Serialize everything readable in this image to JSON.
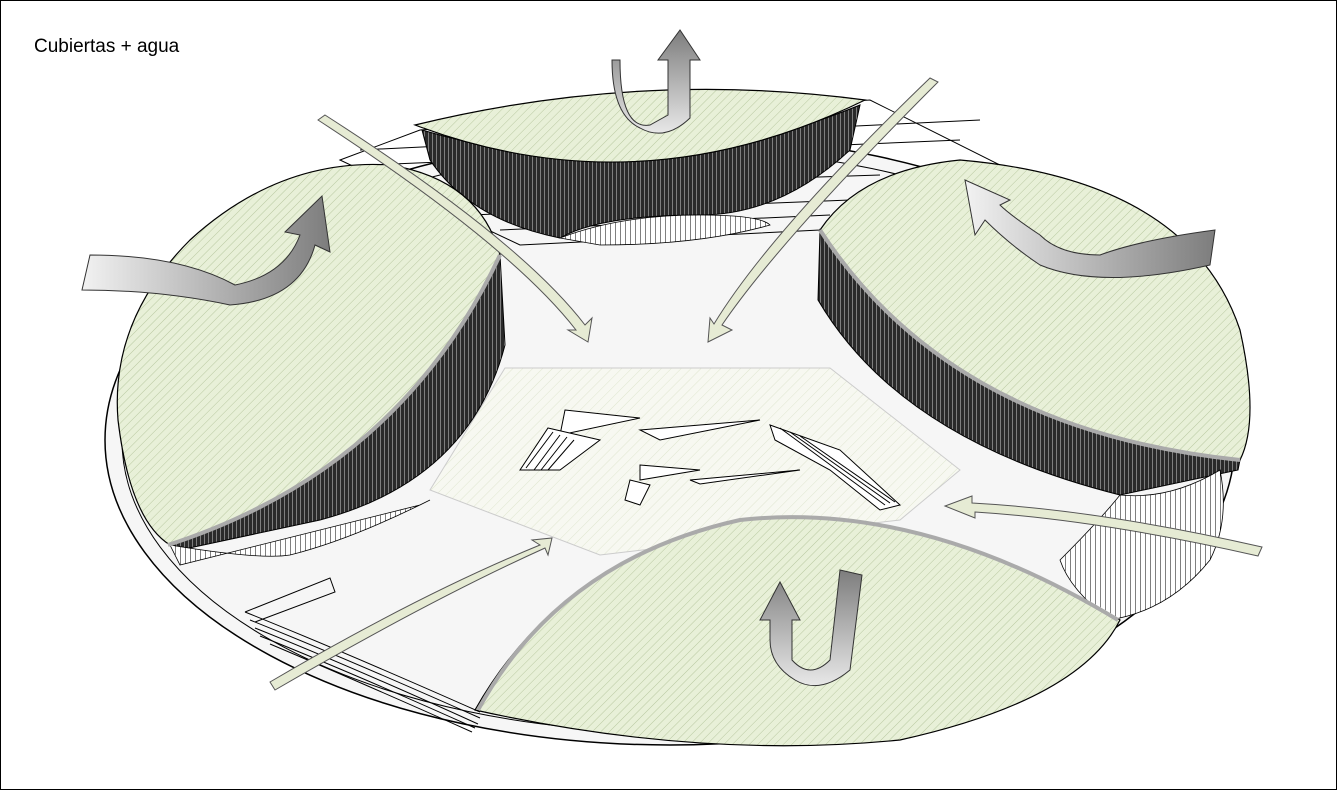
{
  "diagram": {
    "title": "Cubiertas + agua",
    "colors": {
      "roof_fill": "#e8f0d8",
      "roof_hatch": "#b8c8a0",
      "water_arrow": "#e6ebd4",
      "air_arrow_dark": "#8c8c8c",
      "air_arrow_light": "#e6e6e6",
      "plaza": "#f4f4f4",
      "outline": "#000000"
    },
    "elements": {
      "roofs": [
        "north-roof",
        "west-roof",
        "east-roof",
        "south-roof"
      ],
      "arrows": [
        "curved-arrow-icon",
        "u-turn-arrow-icon",
        "water-flow-arrow-icon"
      ]
    }
  }
}
